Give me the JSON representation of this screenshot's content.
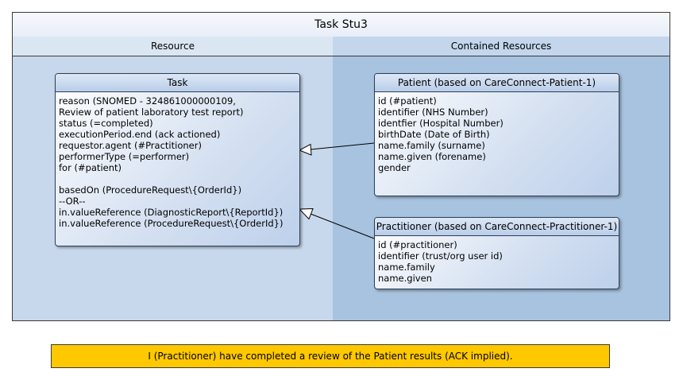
{
  "title": "Task Stu3",
  "lanes": {
    "left": "Resource",
    "right": "Contained Resources"
  },
  "task": {
    "title": "Task",
    "lines": [
      "reason (SNOMED - 324861000000109,",
      "Review of patient laboratory test report)",
      "status (=completed)",
      "executionPeriod.end (ack actioned)",
      "requestor.agent (#Practitioner)",
      "performerType (=performer)",
      "for (#patient)",
      "",
      "basedOn (ProcedureRequest\\{OrderId})",
      "--OR--",
      "in.valueReference (DiagnosticReport\\{ReportId})",
      "in.valueReference (ProcedureRequest\\{OrderId})"
    ]
  },
  "patient": {
    "title": "Patient (based on CareConnect-Patient-1)",
    "lines": [
      "id (#patient)",
      "identifier (NHS Number)",
      "identfier (Hospital Number)",
      "birthDate (Date of Birth)",
      "name.family (surname)",
      "name.given (forename)",
      "gender"
    ]
  },
  "practitioner": {
    "title": "Practitioner (based on CareConnect-Practitioner-1)",
    "lines": [
      "id (#practitioner)",
      "identifier (trust/org user id)",
      "name.family",
      "name.given"
    ]
  },
  "note": "I (Practitioner) have completed a review of the Patient results (ACK implied)."
}
